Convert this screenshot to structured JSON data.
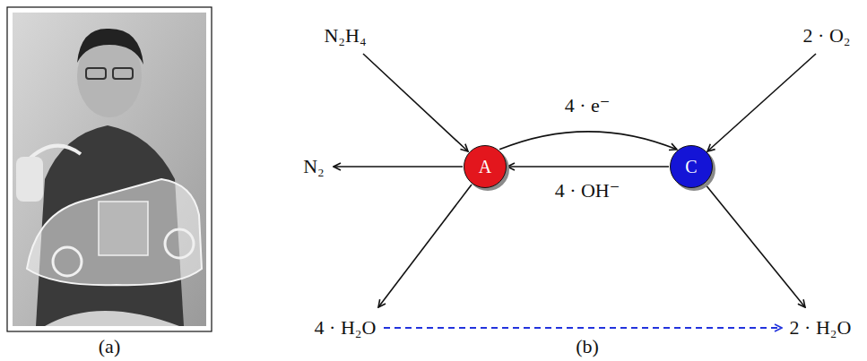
{
  "diagram": {
    "nodes": [
      {
        "text": [
          "A"
        ]
      },
      {
        "text": [
          "C"
        ]
      }
    ],
    "edges": [
      {
        "from": 0,
        "to": 1,
        "label": "4 · e⁻",
        "arrow": "to"
      },
      {
        "from": 1,
        "to": 0,
        "label": "4 · OH⁻",
        "arrow": "to"
      }
    ],
    "labels": [
      "(a)",
      "(b)",
      "N₂H₄",
      "2 · O₂",
      "N₂",
      "4 · H₂O",
      "2 · H₂O"
    ]
  }
}
